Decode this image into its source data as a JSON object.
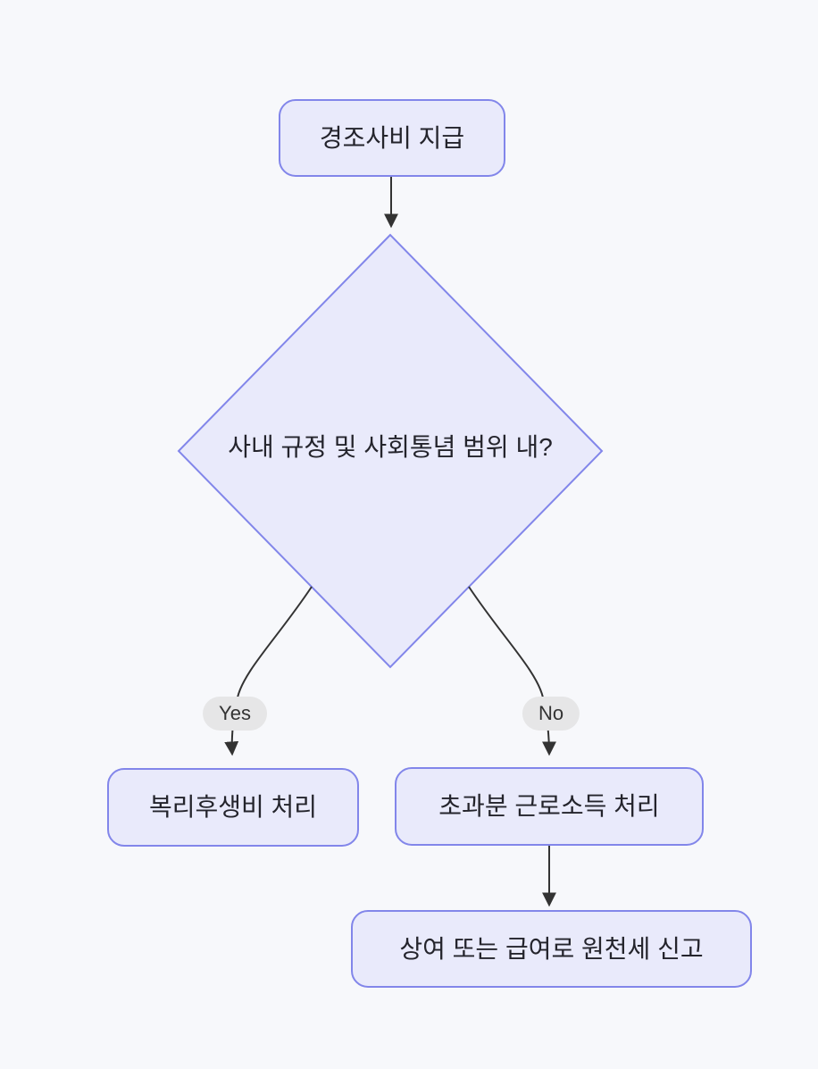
{
  "colors": {
    "background": "#f7f8fb",
    "node_fill": "#e9eafb",
    "node_border": "#8286ea",
    "node_text": "#24242c",
    "edge": "#333333",
    "edge_label_bg": "#e6e6e7",
    "edge_label_text": "#333333"
  },
  "flowchart": {
    "nodes": {
      "start": "경조사비 지급",
      "decision": "사내 규정 및 사회통념 범위 내?",
      "yes_outcome": "복리후생비 처리",
      "no_outcome": "초과분 근로소득 처리",
      "final": "상여 또는 급여로 원천세 신고"
    },
    "edge_labels": {
      "yes": "Yes",
      "no": "No"
    }
  }
}
